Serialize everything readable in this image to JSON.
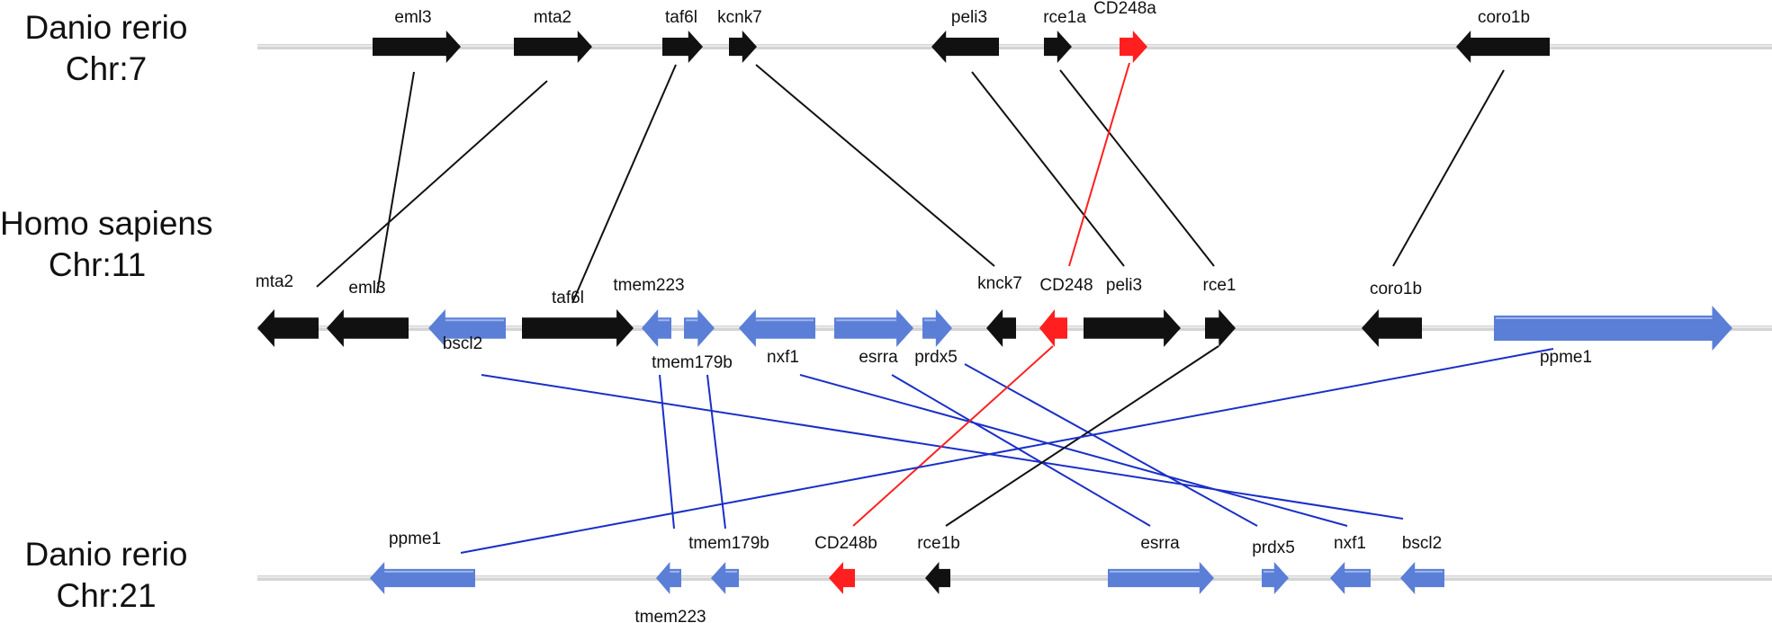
{
  "tracks": [
    {
      "id": "dr7",
      "species": "Danio rerio",
      "chromosome": "Chr:7"
    },
    {
      "id": "hs11",
      "species": "Homo sapiens",
      "chromosome": "Chr:11"
    },
    {
      "id": "dr21",
      "species": "Danio rerio",
      "chromosome": "Chr:21"
    }
  ],
  "colors": {
    "black_gene": "#111111",
    "blue_gene": "#5b7fd6",
    "red_gene": "#ff1f1f",
    "black_link": "#111111",
    "blue_link": "#1a2fc8",
    "red_link": "#ff1f1f",
    "chromosome_line": "#d4d4d4"
  },
  "genes": {
    "dr7": [
      {
        "id": "dr7-eml3",
        "label": "eml3",
        "color": "black",
        "dir": "right"
      },
      {
        "id": "dr7-mta2",
        "label": "mta2",
        "color": "black",
        "dir": "right"
      },
      {
        "id": "dr7-taf6l",
        "label": "taf6l",
        "color": "black",
        "dir": "right"
      },
      {
        "id": "dr7-kcnk7",
        "label": "kcnk7",
        "color": "black",
        "dir": "right"
      },
      {
        "id": "dr7-peli3",
        "label": "peli3",
        "color": "black",
        "dir": "left"
      },
      {
        "id": "dr7-rce1a",
        "label": "rce1a",
        "color": "black",
        "dir": "right"
      },
      {
        "id": "dr7-cd248a",
        "label": "CD248a",
        "color": "red",
        "dir": "right"
      },
      {
        "id": "dr7-coro1b",
        "label": "coro1b",
        "color": "black",
        "dir": "left"
      }
    ],
    "hs11": [
      {
        "id": "hs-mta2",
        "label": "mta2",
        "color": "black",
        "dir": "left"
      },
      {
        "id": "hs-eml3",
        "label": "eml3",
        "color": "black",
        "dir": "left"
      },
      {
        "id": "hs-bscl2",
        "label": "bscl2",
        "color": "blue",
        "dir": "left"
      },
      {
        "id": "hs-taf6l",
        "label": "taf6l",
        "color": "black",
        "dir": "right"
      },
      {
        "id": "hs-tmem223",
        "label": "tmem223",
        "color": "blue",
        "dir": "left"
      },
      {
        "id": "hs-tmem179b",
        "label": "tmem179b",
        "color": "blue",
        "dir": "right"
      },
      {
        "id": "hs-nxf1",
        "label": "nxf1",
        "color": "blue",
        "dir": "left"
      },
      {
        "id": "hs-esrra",
        "label": "esrra",
        "color": "blue",
        "dir": "right"
      },
      {
        "id": "hs-prdx5",
        "label": "prdx5",
        "color": "blue",
        "dir": "right"
      },
      {
        "id": "hs-knck7",
        "label": "knck7",
        "color": "black",
        "dir": "left"
      },
      {
        "id": "hs-cd248",
        "label": "CD248",
        "color": "red",
        "dir": "left"
      },
      {
        "id": "hs-peli3",
        "label": "peli3",
        "color": "black",
        "dir": "right"
      },
      {
        "id": "hs-rce1",
        "label": "rce1",
        "color": "black",
        "dir": "right"
      },
      {
        "id": "hs-coro1b",
        "label": "coro1b",
        "color": "black",
        "dir": "left"
      },
      {
        "id": "hs-ppme1",
        "label": "ppme1",
        "color": "blue",
        "dir": "right"
      }
    ],
    "dr21": [
      {
        "id": "dr21-ppme1",
        "label": "ppme1",
        "color": "blue",
        "dir": "left"
      },
      {
        "id": "dr21-tmem223",
        "label": "tmem223",
        "color": "blue",
        "dir": "left"
      },
      {
        "id": "dr21-tmem179b",
        "label": "tmem179b",
        "color": "blue",
        "dir": "left"
      },
      {
        "id": "dr21-cd248b",
        "label": "CD248b",
        "color": "red",
        "dir": "left"
      },
      {
        "id": "dr21-rce1b",
        "label": "rce1b",
        "color": "black",
        "dir": "left"
      },
      {
        "id": "dr21-esrra",
        "label": "esrra",
        "color": "blue",
        "dir": "right"
      },
      {
        "id": "dr21-prdx5",
        "label": "prdx5",
        "color": "blue",
        "dir": "right"
      },
      {
        "id": "dr21-nxf1",
        "label": "nxf1",
        "color": "blue",
        "dir": "left"
      },
      {
        "id": "dr21-bscl2",
        "label": "bscl2",
        "color": "blue",
        "dir": "left"
      }
    ]
  },
  "links": [
    {
      "from": "dr7-eml3",
      "to": "hs-eml3",
      "color": "black"
    },
    {
      "from": "dr7-mta2",
      "to": "hs-mta2",
      "color": "black"
    },
    {
      "from": "dr7-taf6l",
      "to": "hs-taf6l",
      "color": "black"
    },
    {
      "from": "dr7-kcnk7",
      "to": "hs-knck7",
      "color": "black"
    },
    {
      "from": "dr7-peli3",
      "to": "hs-peli3",
      "color": "black"
    },
    {
      "from": "dr7-rce1a",
      "to": "hs-rce1",
      "color": "black"
    },
    {
      "from": "dr7-cd248a",
      "to": "hs-cd248",
      "color": "red"
    },
    {
      "from": "dr7-coro1b",
      "to": "hs-coro1b",
      "color": "black"
    },
    {
      "from": "hs-bscl2",
      "to": "dr21-bscl2",
      "color": "blue"
    },
    {
      "from": "hs-tmem179b",
      "to": "dr21-tmem179b",
      "color": "blue"
    },
    {
      "from": "hs-tmem223",
      "to": "dr21-tmem223",
      "color": "blue"
    },
    {
      "from": "hs-nxf1",
      "to": "dr21-nxf1",
      "color": "blue"
    },
    {
      "from": "hs-esrra",
      "to": "dr21-esrra",
      "color": "blue"
    },
    {
      "from": "hs-prdx5",
      "to": "dr21-prdx5",
      "color": "blue"
    },
    {
      "from": "hs-cd248",
      "to": "dr21-cd248b",
      "color": "red"
    },
    {
      "from": "hs-rce1",
      "to": "dr21-rce1b",
      "color": "black"
    },
    {
      "from": "hs-ppme1",
      "to": "dr21-ppme1",
      "color": "blue"
    }
  ]
}
